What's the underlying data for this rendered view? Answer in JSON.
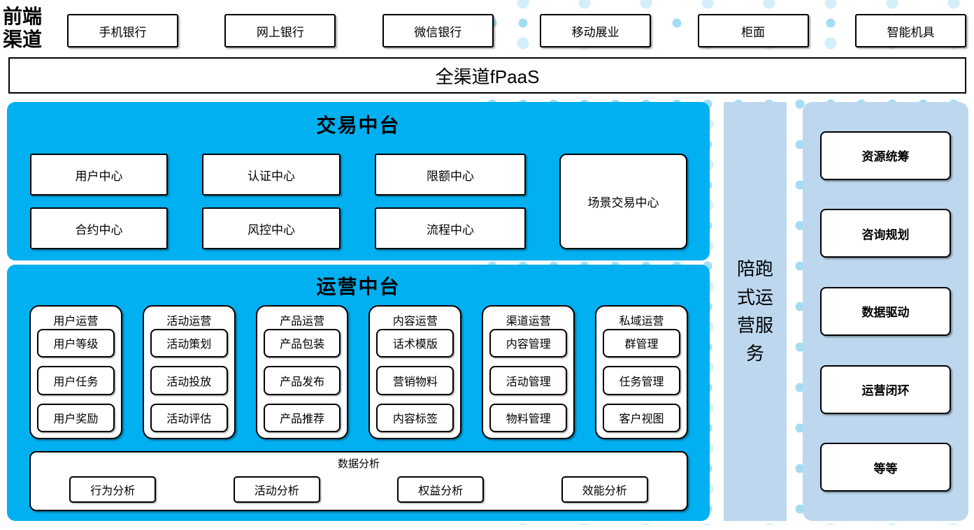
{
  "colors": {
    "bright_blue": "#00b0f0",
    "light_blue": "#bdd7ee",
    "dot_blue": "#9edbf3",
    "border": "#000000"
  },
  "front_channels": {
    "label": "前端渠道",
    "items": [
      "手机银行",
      "网上银行",
      "微信银行",
      "移动展业",
      "柜面",
      "智能机具"
    ]
  },
  "fpaas_bar": {
    "label": "全渠道fPaaS"
  },
  "trade_platform": {
    "title": "交易中台",
    "grid_items": [
      "用户中心",
      "认证中心",
      "限额中心",
      "合约中心",
      "风控中心",
      "流程中心"
    ],
    "tall_item": "场景交易中心"
  },
  "operation_platform": {
    "title": "运营中台",
    "columns": [
      {
        "header": "用户运营",
        "items": [
          "用户等级",
          "用户任务",
          "用户奖励"
        ]
      },
      {
        "header": "活动运营",
        "items": [
          "活动策划",
          "活动投放",
          "活动评估"
        ]
      },
      {
        "header": "产品运营",
        "items": [
          "产品包装",
          "产品发布",
          "产品推荐"
        ]
      },
      {
        "header": "内容运营",
        "items": [
          "话术模版",
          "营销物料",
          "内容标签"
        ]
      },
      {
        "header": "渠道运营",
        "items": [
          "内容管理",
          "活动管理",
          "物料管理"
        ]
      },
      {
        "header": "私域运营",
        "items": [
          "群管理",
          "任务管理",
          "客户视图"
        ]
      }
    ],
    "analysis": {
      "header": "数据分析",
      "items": [
        "行为分析",
        "活动分析",
        "权益分析",
        "效能分析"
      ]
    }
  },
  "side_service": {
    "label": "陪跑式运营服务"
  },
  "right_panel": {
    "items": [
      "资源统筹",
      "咨询规划",
      "数据驱动",
      "运营闭环",
      "等等"
    ]
  }
}
